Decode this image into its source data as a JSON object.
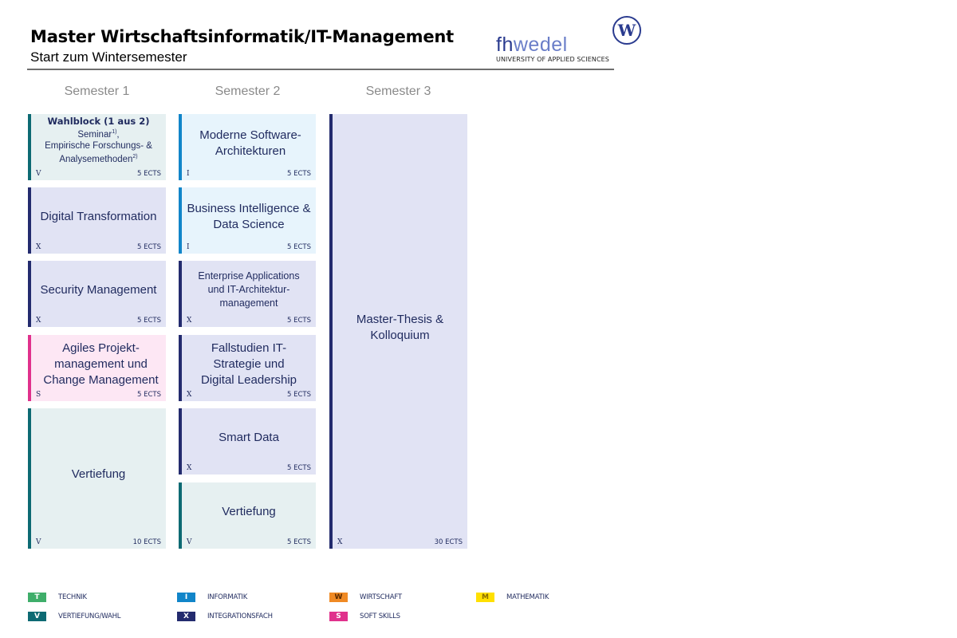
{
  "header": {
    "title": "Master Wirtschaftsinformatik/IT-Management",
    "subtitle": "Start zum Wintersemester"
  },
  "logo": {
    "text_fh": "fh",
    "text_wedel": "wedel",
    "emblem": "W",
    "tagline": "UNIVERSITY OF APPLIED SCIENCES"
  },
  "semesters": [
    {
      "label": "Semester 1",
      "modules": [
        {
          "title": "Wahlblock (1 aus 2)",
          "lines": [
            "Seminar",
            "Empirische Forschungs- &",
            "Analysemethoden"
          ],
          "sup1": "1)",
          "sup2": "2)",
          "comma": ",",
          "code": "V",
          "ects": "5 ECTS"
        },
        {
          "name": "Digital Transformation",
          "code": "X",
          "ects": "5 ECTS"
        },
        {
          "name": "Security Management",
          "code": "X",
          "ects": "5 ECTS"
        },
        {
          "name": "Agiles Projekt-management und Change Management",
          "code": "S",
          "ects": "5 ECTS"
        },
        {
          "name": "Vertiefung",
          "code": "V",
          "ects": "10 ECTS"
        }
      ]
    },
    {
      "label": "Semester 2",
      "modules": [
        {
          "name": "Moderne Software-Architekturen",
          "code": "I",
          "ects": "5 ECTS"
        },
        {
          "name": "Business Intelligence & Data Science",
          "code": "I",
          "ects": "5 ECTS"
        },
        {
          "name": "Enterprise Applications und IT-Architektur-management",
          "code": "X",
          "ects": "5 ECTS"
        },
        {
          "name": "Fallstudien IT-Strategie und Digital Leadership",
          "code": "X",
          "ects": "5 ECTS"
        },
        {
          "name": "Smart Data",
          "code": "X",
          "ects": "5 ECTS"
        },
        {
          "name": "Vertiefung",
          "code": "V",
          "ects": "5 ECTS"
        }
      ]
    },
    {
      "label": "Semester 3",
      "modules": [
        {
          "name": "Master-Thesis & Kolloquium",
          "code": "X",
          "ects": "30 ECTS"
        }
      ]
    }
  ],
  "legend": [
    {
      "code": "T",
      "label": "TECHNIK",
      "color": "#3fae6a"
    },
    {
      "code": "V",
      "label": "VERTIEFUNG/WAHL",
      "color": "#0d6a73"
    },
    {
      "code": "I",
      "label": "INFORMATIK",
      "color": "#1185c9"
    },
    {
      "code": "X",
      "label": "INTEGRATIONSFACH",
      "color": "#232b6e"
    },
    {
      "code": "W",
      "label": "WIRTSCHAFT",
      "color": "#f08a24"
    },
    {
      "code": "S",
      "label": "SOFT SKILLS",
      "color": "#e0318c"
    },
    {
      "code": "M",
      "label": "MATHEMATIK",
      "color": "#ffe000"
    }
  ]
}
